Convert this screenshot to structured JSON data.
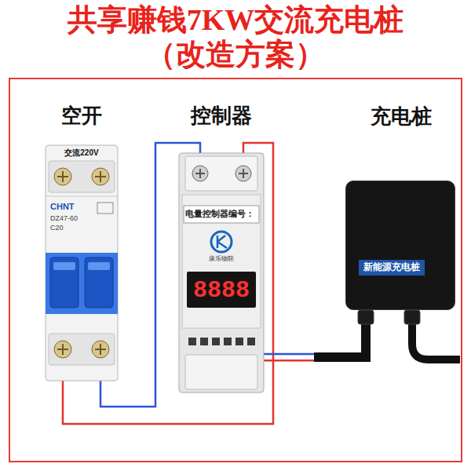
{
  "diagram": {
    "title": "共享赚钱7KW交流充电桩 （改造方案）",
    "nodes": [
      {
        "text": [
          "空开",
          "交流220V",
          "CHNT",
          "DZ47-60",
          "C20"
        ]
      },
      {
        "text": [
          "控制器",
          "电量控制器编号：",
          "康乐物联",
          "8888"
        ]
      },
      {
        "text": [
          "充电桩",
          "新能源充电桩"
        ]
      }
    ],
    "edges": [
      {
        "from": 0,
        "to": 1,
        "arrow": "none"
      },
      {
        "from": 0,
        "to": 1,
        "arrow": "none"
      },
      {
        "from": 1,
        "to": 2,
        "arrow": "none"
      },
      {
        "from": 1,
        "to": 2,
        "arrow": "none"
      }
    ]
  }
}
